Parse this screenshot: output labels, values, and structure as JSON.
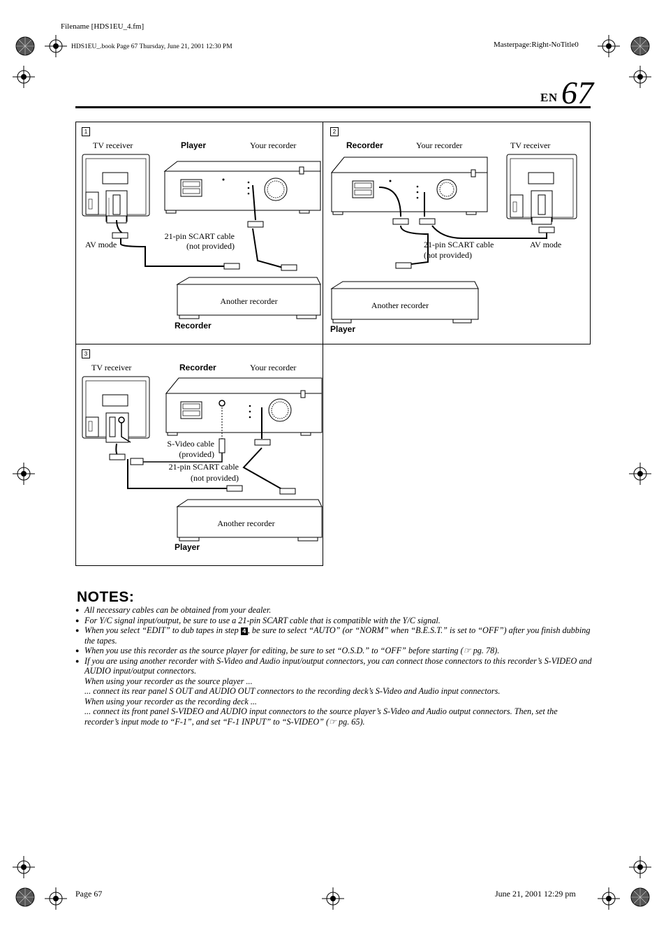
{
  "header": {
    "filename": "Filename [HDS1EU_4.fm]",
    "book_info": "HDS1EU_.book  Page 67  Thursday, June 21, 2001  12:30 PM",
    "masterpage": "Masterpage:Right-NoTitle0"
  },
  "page": {
    "lang": "EN",
    "number": "67"
  },
  "diagrams": {
    "panel1": {
      "number": "1",
      "tv_receiver": "TV receiver",
      "player": "Player",
      "your_recorder": "Your recorder",
      "av_mode": "AV mode",
      "cable_line1": "21-pin SCART cable",
      "cable_line2": "(not provided)",
      "another_recorder": "Another recorder",
      "recorder": "Recorder"
    },
    "panel2": {
      "number": "2",
      "recorder": "Recorder",
      "your_recorder": "Your recorder",
      "tv_receiver": "TV receiver",
      "cable_line1": "21-pin SCART cable",
      "cable_line2": "(not provided)",
      "av_mode": "AV mode",
      "another_recorder": "Another recorder",
      "player": "Player"
    },
    "panel3": {
      "number": "3",
      "tv_receiver": "TV receiver",
      "recorder": "Recorder",
      "your_recorder": "Your recorder",
      "svideo_line1": "S-Video cable",
      "svideo_line2": "(provided)",
      "cable_line1": "21-pin SCART cable",
      "cable_line2": "(not provided)",
      "another_recorder": "Another recorder",
      "player": "Player"
    }
  },
  "notes": {
    "title": "NOTES:",
    "items": [
      "All necessary cables can be obtained from your dealer.",
      "For Y/C signal input/output, be sure to use a 21-pin SCART cable that is compatible with the Y/C signal.",
      "When you select “EDIT” to dub tapes in step",
      "If you are using another recorder with S-Video and Audio input/output connectors, you can connect those connectors to this recorder’s S-VIDEO and AUDIO input/output connectors."
    ],
    "item3_step": "4",
    "item3_rest": ", be sure to select “AUTO” (or “NORM” when “B.E.S.T.” is set to “OFF”) after you finish dubbing the tapes.",
    "item4": "When you use this recorder as the source player for editing, be sure to set “O.S.D.” to “OFF” before starting (☞ pg. 78).",
    "sub1": "When using your recorder as the source player ...",
    "sub2": "... connect its rear panel S OUT and AUDIO OUT connectors to the recording deck’s S-Video and Audio input connectors.",
    "sub3": "When using your recorder as the recording deck ...",
    "sub4": "... connect its front panel S-VIDEO and AUDIO input connectors to the source player’s S-Video and Audio output connectors. Then, set the recorder’s input mode to “F-1”, and set “F-1 INPUT” to “S-VIDEO” (☞ pg. 65)."
  },
  "footer": {
    "page": "Page 67",
    "date": "June 21, 2001 12:29 pm"
  }
}
